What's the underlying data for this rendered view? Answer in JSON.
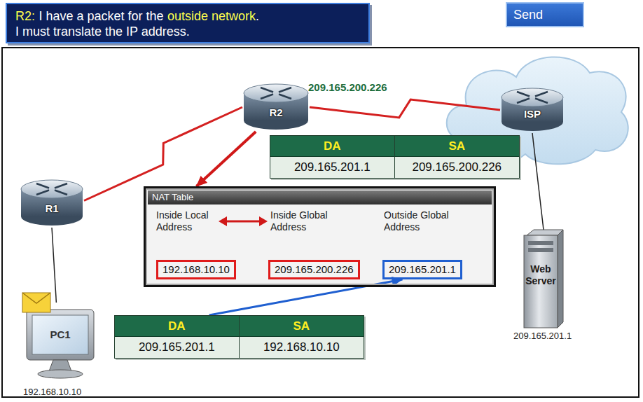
{
  "diagram": {
    "nodes": [
      {
        "text": [
          "R2:",
          "I have a packet for the",
          "outside network",
          ".",
          "I must translate the IP address."
        ]
      },
      {
        "text": [
          "Send"
        ]
      },
      {
        "text": [
          "R1"
        ]
      },
      {
        "text": [
          "R2"
        ]
      },
      {
        "text": [
          "ISP"
        ]
      },
      {
        "text": [
          "DA",
          "SA",
          "209.165.201.1",
          "209.165.200.226"
        ]
      },
      {
        "text": [
          "NAT Table",
          "Inside Local Address",
          "Inside Global Address",
          "Outside Global Address"
        ]
      },
      {
        "text": [
          "192.168.10.10"
        ],
        "in": 6
      },
      {
        "text": [
          "209.165.200.226"
        ],
        "in": 6
      },
      {
        "text": [
          "209.165.201.1"
        ],
        "in": 6
      },
      {
        "text": [
          "Web Server"
        ]
      },
      {
        "text": [
          "PC1"
        ]
      },
      {
        "text": [
          "DA",
          "SA",
          "209.165.201.1",
          "192.168.10.10"
        ]
      }
    ],
    "edges": [
      {
        "from": 2,
        "to": 3,
        "arrow": "none"
      },
      {
        "from": 3,
        "to": 4,
        "arrow": "none"
      },
      {
        "from": 4,
        "to": 10,
        "arrow": "none"
      },
      {
        "from": 2,
        "to": 11,
        "arrow": "none"
      },
      {
        "from": 3,
        "to": 6,
        "arrow": "to"
      },
      {
        "from": 12,
        "to": 9,
        "arrow": "to"
      }
    ],
    "labels": [
      "209.165.200.226",
      "209.165.201.1",
      "192.168.10.10"
    ]
  }
}
